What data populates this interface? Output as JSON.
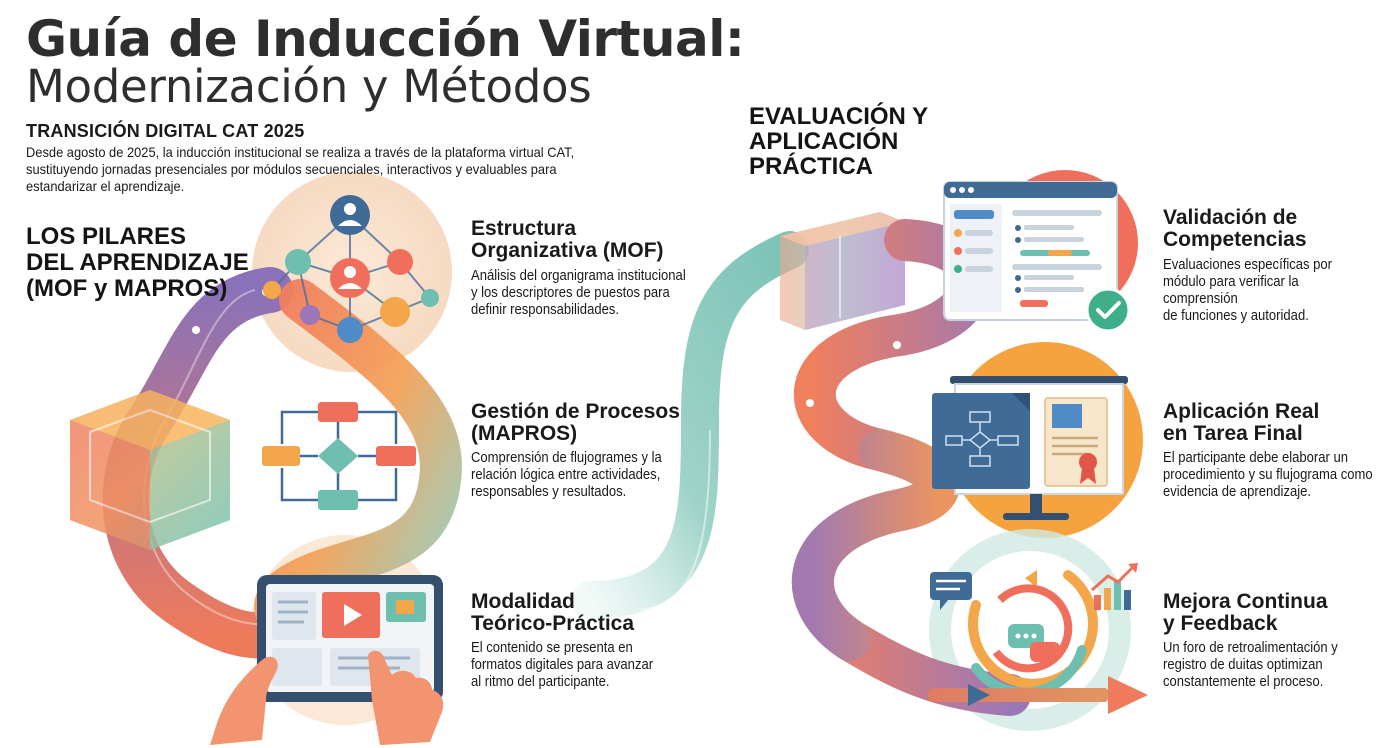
{
  "title": {
    "line1": "Guía de Inducción Virtual:",
    "line2": "Modernización y Métodos"
  },
  "intro": {
    "heading": "TRANSICIÓN DIGITAL CAT 2025",
    "text": "Desde agosto de 2025, la inducción institucional se realiza a través de la plataforma virtual CAT, sustituyendo jornadas presenciales por módulos secuenciales, interactivos y evaluables para estandarizar el aprendizaje."
  },
  "left_section": {
    "heading": "LOS PILARES\nDEL APRENDIZAJE\n(MOF y MAPROS)",
    "items": [
      {
        "title": "Estructura\nOrganizativa (MOF)",
        "text": "Análisis del organigrama institucional\ny los descriptores de puestos para\ndefinir responsabilidades.",
        "icon": "network-icon"
      },
      {
        "title": "Gestión de Procesos\n(MAPROS)",
        "text": "Comprensión de flujogrames y la\nrelación lógica entre actividades,\nresponsables y resultados.",
        "icon": "flowchart-icon"
      },
      {
        "title": "Modalidad\nTeórico-Práctica",
        "text": "El contenido se presenta en\nformatos digitales para avanzar\nal ritmo del participante.",
        "icon": "tablet-icon"
      }
    ]
  },
  "right_section": {
    "heading": "EVALUACIÓN Y\nAPLICACIÓN\nPRÁCTICA",
    "items": [
      {
        "title": "Validación de\nCompetencias",
        "text": "Evaluaciones específicas por\nmódulo para verificar la comprensión\nde funciones y autoridad.",
        "icon": "evaluation-window-icon"
      },
      {
        "title": "Aplicación Real\nen Tarea Final",
        "text": "El participante debe elaborar un\nprocedimiento y su flujograma como\nevidencia de aprendizaje.",
        "icon": "presentation-board-icon"
      },
      {
        "title": "Mejora Continua\ny Feedback",
        "text": "Un foro de retroalimentación y\nregistro de duitas optimizan\nconstantemente el proceso.",
        "icon": "feedback-cycle-icon"
      }
    ]
  },
  "colors": {
    "coral": "#ee7060",
    "orange": "#f3a64a",
    "teal": "#6fbfb0",
    "purple": "#9a78b8",
    "blue": "#3f6b96",
    "red": "#e25548",
    "green": "#3fae8a"
  }
}
